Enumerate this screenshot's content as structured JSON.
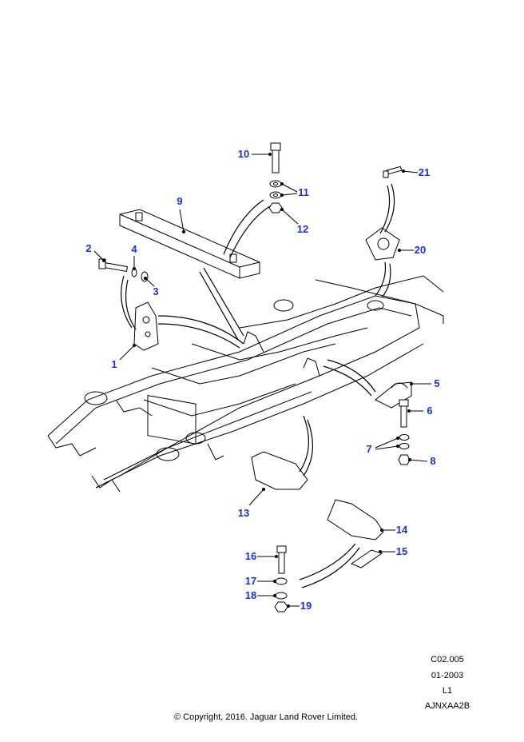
{
  "diagram": {
    "callouts": [
      "1",
      "2",
      "3",
      "4",
      "5",
      "6",
      "7",
      "8",
      "9",
      "10",
      "11",
      "12",
      "13",
      "14",
      "15",
      "16",
      "17",
      "18",
      "19",
      "20",
      "21"
    ],
    "label_color": "#1a2fe0"
  },
  "footer": {
    "ref_code": "C02.005",
    "date": "01-2003",
    "level": "L1",
    "illustration_id": "AJNXAA2B",
    "copyright": "© Copyright, 2016. Jaguar Land Rover Limited."
  }
}
